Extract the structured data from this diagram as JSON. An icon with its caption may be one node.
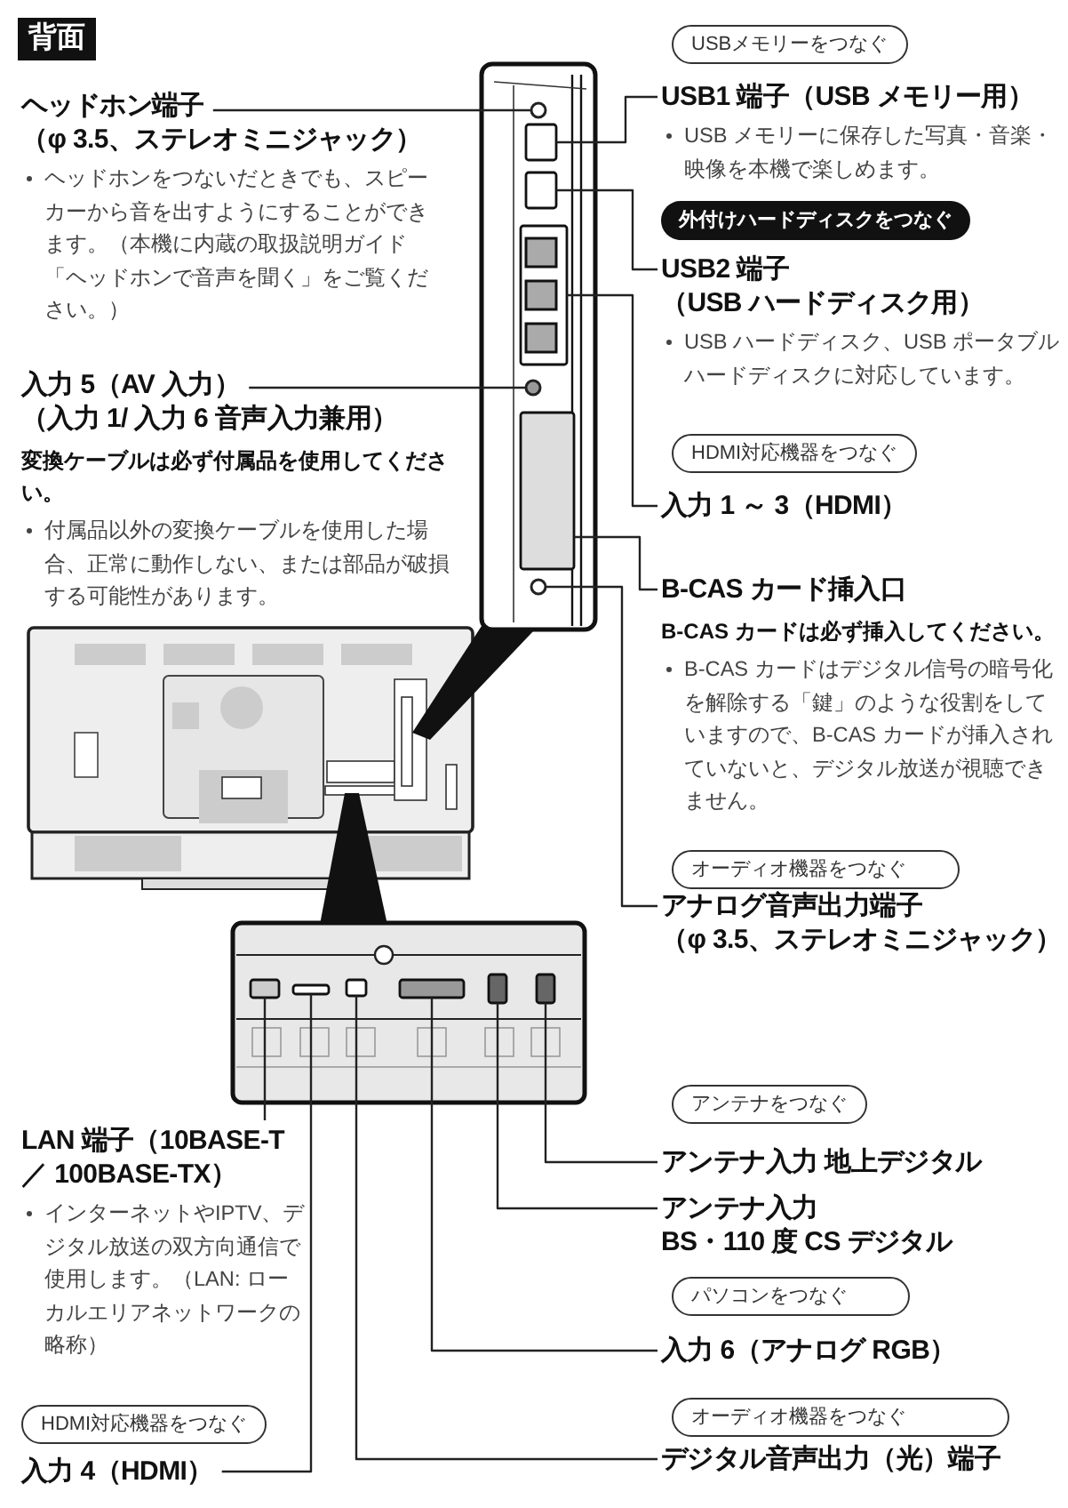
{
  "diagram": {
    "title": "背面",
    "nodes": [
      {
        "text": [
          "ヘッドホン端子（φ 3.5、ステレオミニジャック）",
          "ヘッドホンをつないだときでも、スピーカーから音を出すようにすることができます。（本機に内蔵の取扱説明ガイド「ヘッドホンで音声を聞く」をご覧ください。）"
        ]
      },
      {
        "text": [
          "入力 5（AV 入力）（入力 1/ 入力 6 音声入力兼用）",
          "変換ケーブルは必ず付属品を使用してください。",
          "付属品以外の変換ケーブルを使用した場合、正常に動作しない、または部品が破損する可能性があります。"
        ]
      },
      {
        "text": [
          "USBメモリーをつなぐ"
        ]
      },
      {
        "text": [
          "USB1 端子（USB メモリー用）",
          "USB メモリーに保存した写真・音楽・映像を本機で楽しめます。"
        ]
      },
      {
        "text": [
          "外付けハードディスクをつなぐ"
        ]
      },
      {
        "text": [
          "USB2 端子（USB ハードディスク用）",
          "USB ハードディスク、USB ポータブルハードディスクに対応しています。"
        ]
      },
      {
        "text": [
          "HDMI対応機器をつなぐ"
        ]
      },
      {
        "text": [
          "入力 1 ～ 3（HDMI）"
        ]
      },
      {
        "text": [
          "B-CAS カード挿入口",
          "B-CAS カードは必ず挿入してください。",
          "B-CAS カードはデジタル信号の暗号化を解除する「鍵」のような役割をしていますので、B-CAS カードが挿入されていないと、デジタル放送が視聴できません。"
        ]
      },
      {
        "text": [
          "オーディオ機器をつなぐ"
        ]
      },
      {
        "text": [
          "アナログ音声出力端子（φ 3.5、ステレオミニジャック）"
        ]
      },
      {
        "text": [
          "LAN 端子（10BASE-T／ 100BASE-TX）",
          "インターネットやIPTV、デジタル放送の双方向通信で使用します。（LAN: ローカルエリアネットワークの略称）"
        ]
      },
      {
        "text": [
          "アンテナをつなぐ"
        ]
      },
      {
        "text": [
          "アンテナ入力 地上デジタル"
        ]
      },
      {
        "text": [
          "アンテナ入力 BS・110 度 CS デジタル"
        ]
      },
      {
        "text": [
          "パソコンをつなぐ"
        ]
      },
      {
        "text": [
          "入力 6（アナログ RGB）"
        ]
      },
      {
        "text": [
          "オーディオ機器をつなぐ"
        ]
      },
      {
        "text": [
          "デジタル音声出力（光）端子"
        ]
      },
      {
        "text": [
          "HDMI対応機器をつなぐ"
        ]
      },
      {
        "text": [
          "入力 4（HDMI）"
        ]
      },
      {
        "text": [],
        "shape": "circle"
      },
      {
        "text": [],
        "shape": "circle"
      },
      {
        "text": [],
        "shape": "box"
      },
      {
        "text": [],
        "shape": "box"
      },
      {
        "text": [],
        "shape": "box"
      },
      {
        "text": [],
        "shape": "box"
      },
      {
        "text": [],
        "shape": "circle"
      },
      {
        "text": [],
        "shape": "box"
      },
      {
        "text": [],
        "shape": "box"
      },
      {
        "text": [],
        "shape": "box"
      },
      {
        "text": [],
        "shape": "box"
      },
      {
        "text": [],
        "shape": "box"
      },
      {
        "text": [],
        "shape": "box"
      }
    ],
    "edges": [
      {
        "from": 0,
        "to": 21,
        "arrow": "none"
      },
      {
        "from": 1,
        "to": 22,
        "arrow": "none"
      },
      {
        "from": 3,
        "to": 23,
        "arrow": "none"
      },
      {
        "from": 5,
        "to": 24,
        "arrow": "none"
      },
      {
        "from": 7,
        "to": 25,
        "arrow": "none"
      },
      {
        "from": 8,
        "to": 26,
        "arrow": "none"
      },
      {
        "from": 10,
        "to": 27,
        "arrow": "none"
      },
      {
        "from": 11,
        "to": 28,
        "arrow": "none"
      },
      {
        "from": 13,
        "to": 33,
        "arrow": "none"
      },
      {
        "from": 14,
        "to": 32,
        "arrow": "none"
      },
      {
        "from": 16,
        "to": 31,
        "arrow": "none"
      },
      {
        "from": 18,
        "to": 30,
        "arrow": "none"
      },
      {
        "from": 20,
        "to": 29,
        "arrow": "none"
      }
    ]
  }
}
